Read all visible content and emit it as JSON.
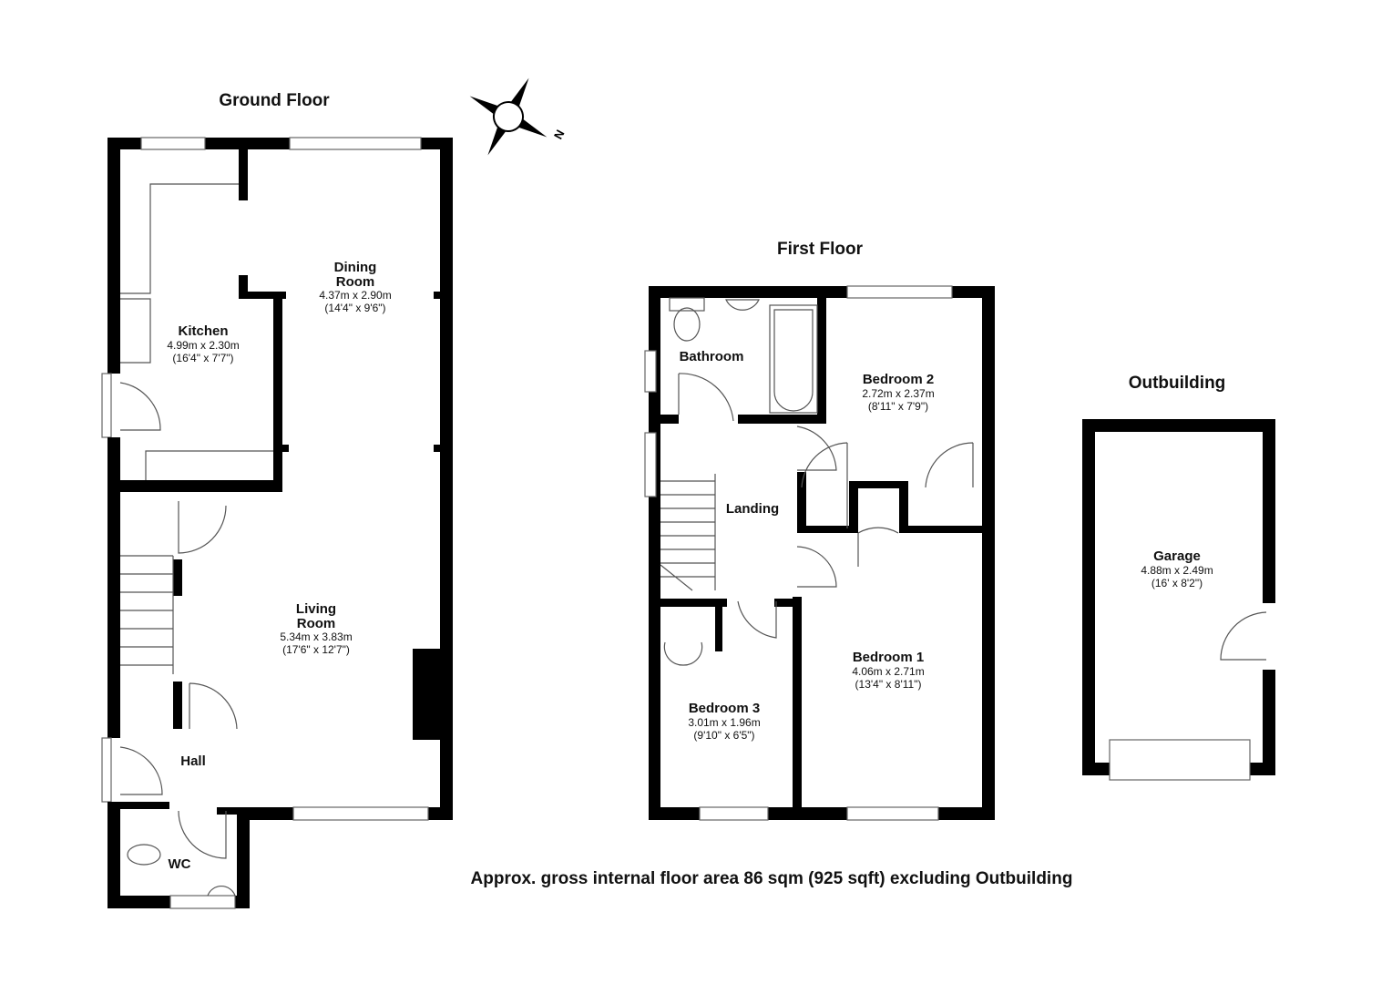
{
  "floors": {
    "ground": {
      "title": "Ground Floor",
      "rooms": [
        {
          "name": "Kitchen",
          "metric": "4.99m x 2.30m",
          "imperial": "(16'4\" x 7'7\")"
        },
        {
          "name_line1": "Dining",
          "name_line2": "Room",
          "metric": "4.37m x 2.90m",
          "imperial": "(14'4\" x 9'6\")"
        },
        {
          "name_line1": "Living",
          "name_line2": "Room",
          "metric": "5.34m x 3.83m",
          "imperial": "(17'6\" x 12'7\")"
        },
        {
          "name": "Hall"
        },
        {
          "name": "WC"
        }
      ]
    },
    "first": {
      "title": "First Floor",
      "rooms": [
        {
          "name": "Bathroom"
        },
        {
          "name": "Bedroom 2",
          "metric": "2.72m x 2.37m",
          "imperial": "(8'11\" x 7'9\")"
        },
        {
          "name": "Landing"
        },
        {
          "name": "Bedroom 1",
          "metric": "4.06m x 2.71m",
          "imperial": "(13'4\" x 8'11\")"
        },
        {
          "name": "Bedroom 3",
          "metric": "3.01m x 1.96m",
          "imperial": "(9'10\" x 6'5\")"
        }
      ]
    },
    "outbuilding": {
      "title": "Outbuilding",
      "rooms": [
        {
          "name": "Garage",
          "metric": "4.88m x 2.49m",
          "imperial": "(16' x 8'2\")"
        }
      ]
    }
  },
  "compass": {
    "label": "N",
    "icon": "compass-icon"
  },
  "footer": "Approx. gross internal floor area 86 sqm (925 sqft) excluding Outbuilding"
}
